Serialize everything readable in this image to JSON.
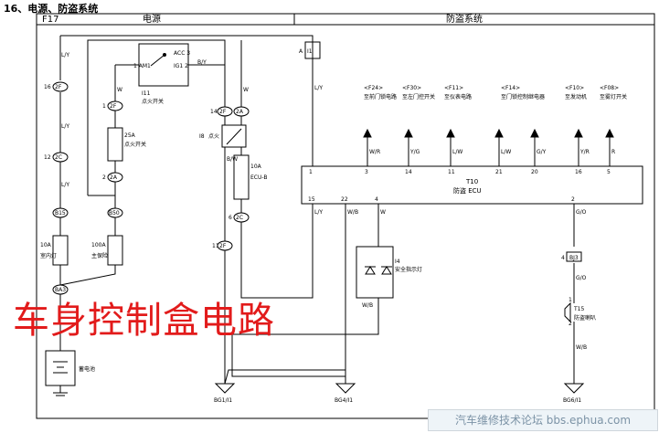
{
  "header": {
    "title": "16、电源、防盗系统",
    "fig_id": "F17"
  },
  "sections": {
    "power": "电源",
    "antitheft": "防盗系统"
  },
  "switch": {
    "id": "I11",
    "name": "点火开关",
    "pin_am1": "1  AM1",
    "pin_acc": "ACC 3",
    "pin_ig1": "IG1 2",
    "pin_wire": "B/Y"
  },
  "fuses": {
    "f25": {
      "rating": "25A",
      "name": "点火开关"
    },
    "f10_dome": {
      "rating": "10A",
      "name": "室内灯"
    },
    "f100": {
      "rating": "100A",
      "name": "主保险"
    },
    "f10_ecu": {
      "rating": "10A",
      "name": "ECU-B"
    }
  },
  "relay": {
    "id": "I8",
    "name": "点火"
  },
  "connectors": {
    "c1_2F": "1",
    "c2F_b": "2F",
    "c12C": "12",
    "c12C_b": "2C",
    "c4_2F": "1",
    "c2F_c": "2F",
    "c2_2A": "2",
    "c2A": "2A",
    "c6_2C": "6",
    "c2C": "2C",
    "c11_2F": "11",
    "c2F_d": "2F",
    "c14_2F": "14",
    "c2F_e": "2F",
    "c2A_e": "2A",
    "c16": "16",
    "c2F_a": "2F",
    "cB15": "B15",
    "cB50": "B50",
    "cBA3": "BA3",
    "cA_I1": "A",
    "cI1": "I1"
  },
  "wires": {
    "w_ly_1": "L/Y",
    "w_ly_2": "L/Y",
    "w_w_1": "W",
    "w_w_2": "W",
    "w_b_1": "B/W",
    "w_gr": "L/Y",
    "w_ly_ecu": "L/Y",
    "w_wb_ecu": "W/B",
    "w_w_ecu": "W",
    "w_go": "G/O",
    "w_go2": "G/O",
    "w_wb_t15": "W/B",
    "w_wb_d4": "W/B"
  },
  "ecu": {
    "id": "T10",
    "name": "防盗 ECU",
    "top_pins": [
      "1",
      "3",
      "14",
      "11",
      "21",
      "20",
      "16",
      "5"
    ],
    "bottom_pins": [
      "15",
      "22",
      "4",
      "2"
    ],
    "top_wires": [
      "W/R",
      "Y/G",
      "L/W",
      "L/W",
      "G/Y",
      "Y/R",
      "R"
    ],
    "signals": [
      {
        "code": "<F24>",
        "text": "至前门锁电路"
      },
      {
        "code": "<F30>",
        "text": "至左门控开关"
      },
      {
        "code": "<F11>",
        "text": "至仪表电路"
      },
      {
        "code": "<F14>",
        "text": "至门锁控制继电器"
      },
      {
        "code": "<F10>",
        "text": "至发动机"
      },
      {
        "code": "<F08>",
        "text": "至雾灯开关"
      }
    ]
  },
  "battery": {
    "name": "蓄电池"
  },
  "indicator": {
    "id": "I4",
    "name": "安全指示灯"
  },
  "horn": {
    "id": "T15",
    "name": "防盗喇叭"
  },
  "conn_bj3": {
    "pin": "4",
    "id": "BJ3"
  },
  "t15_pins": {
    "p1": "1",
    "p2": "2"
  },
  "grounds": {
    "g1": "BG1/I1",
    "g2": "BG4/I1",
    "g3": "BG6/I1"
  },
  "watermark": {
    "text": "车身控制盒电路"
  },
  "forum": {
    "text": "汽车维修技术论坛 bbs.ephua.com"
  }
}
